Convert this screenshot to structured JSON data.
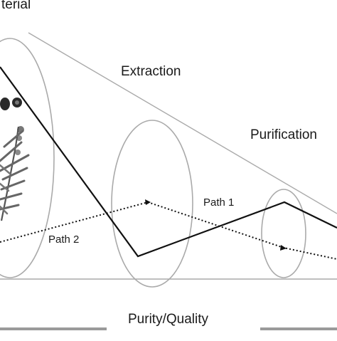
{
  "labels": {
    "material_fragment": "terial",
    "extraction": "Extraction",
    "purification": "Purification",
    "path1": "Path 1",
    "path2": "Path 2",
    "axis": "Purity/Quality"
  },
  "colors": {
    "outline": "#aaaaaa",
    "path": "#111111",
    "arrow": "#9a9a9a",
    "text": "#1a1a1a"
  },
  "icons": [
    "plant-material-illustration"
  ]
}
